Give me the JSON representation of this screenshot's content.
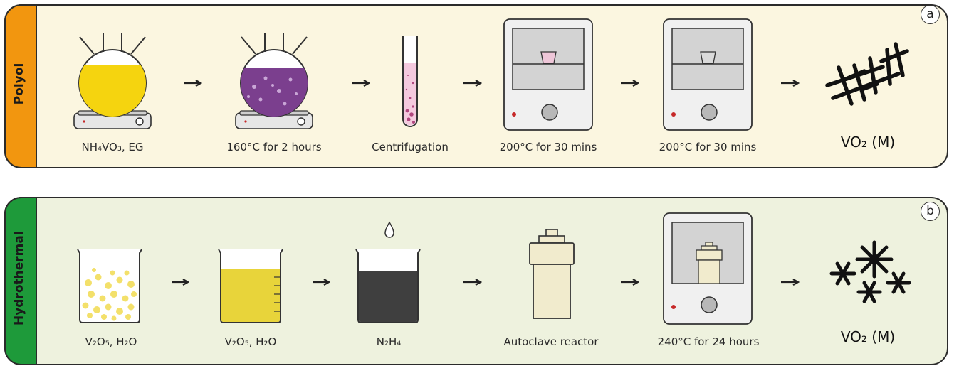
{
  "panels": {
    "polyol": {
      "tag": "Polyol",
      "letter": "a",
      "colors": {
        "tag": "#F2960F",
        "panel": "#FBF6E0"
      },
      "steps": [
        {
          "label": "NH₄VO₃, EG",
          "icon": "round-flask-yellow-on-hotplate"
        },
        {
          "label": "160°C for 2 hours",
          "icon": "round-flask-purple-on-hotplate"
        },
        {
          "label": "Centrifugation",
          "icon": "test-tube"
        },
        {
          "label": "200°C for 30 mins",
          "icon": "oven-with-pink-crucible"
        },
        {
          "label": "200°C for 30 mins",
          "icon": "oven-with-gray-crucible"
        },
        {
          "label": "VO₂ (M)",
          "icon": "vo2-nanorods"
        }
      ]
    },
    "hydrothermal": {
      "tag": "Hydrothermal",
      "letter": "b",
      "colors": {
        "tag": "#1E9A3A",
        "panel": "#EEF2DE"
      },
      "steps": [
        {
          "label": "V₂O₅, H₂O",
          "icon": "beaker-with-particles"
        },
        {
          "label": "V₂O₅, H₂O",
          "icon": "beaker-yellow"
        },
        {
          "label": "N₂H₄",
          "icon": "beaker-black-with-drop"
        },
        {
          "label": "Autoclave reactor",
          "icon": "autoclave"
        },
        {
          "label": "240°C for 24 hours",
          "icon": "oven-with-autoclave"
        },
        {
          "label": "VO₂ (M)",
          "icon": "vo2-nanostars"
        }
      ]
    }
  }
}
